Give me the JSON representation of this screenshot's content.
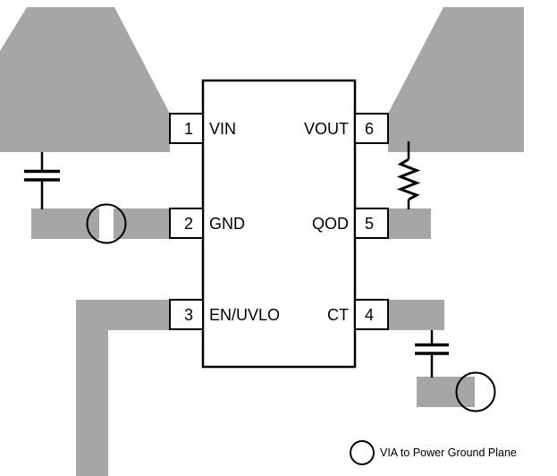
{
  "colors": {
    "copper": "#a6a6a6",
    "line": "#000000",
    "chip_fill": "#ffffff"
  },
  "ic": {
    "pins": {
      "p1": {
        "number": "1",
        "label": "VIN"
      },
      "p2": {
        "number": "2",
        "label": "GND"
      },
      "p3": {
        "number": "3",
        "label": "EN/UVLO"
      },
      "p4": {
        "number": "4",
        "label": "CT"
      },
      "p5": {
        "number": "5",
        "label": "QOD"
      },
      "p6": {
        "number": "6",
        "label": "VOUT"
      }
    }
  },
  "legend": {
    "via_label": "VIA to Power Ground Plane"
  }
}
